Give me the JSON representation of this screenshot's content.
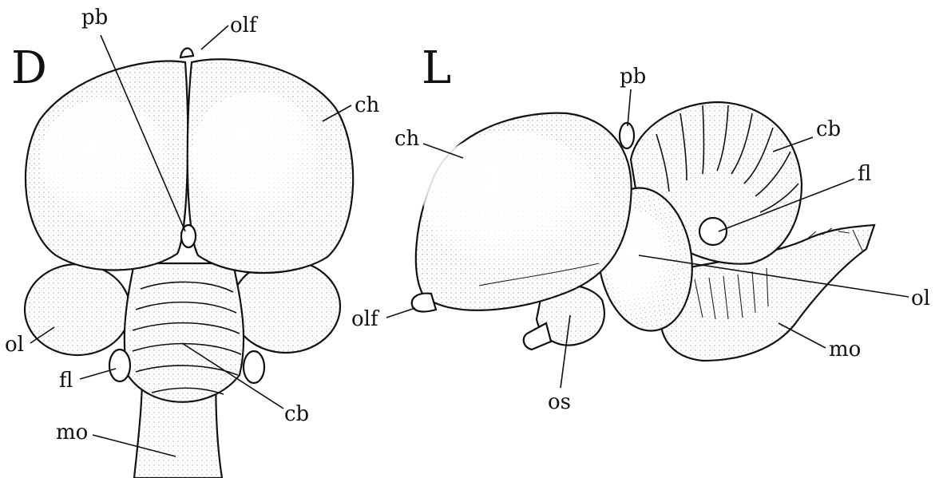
{
  "panels": [
    {
      "letter": "D",
      "labels": {
        "pb": "pb",
        "olf": "olf",
        "ch": "ch",
        "ol": "ol",
        "fl": "fl",
        "cb": "cb",
        "mo": "mo"
      }
    },
    {
      "letter": "L",
      "labels": {
        "pb": "pb",
        "ch": "ch",
        "cb": "cb",
        "fl": "fl",
        "ol": "ol",
        "olf": "olf",
        "mo": "mo",
        "os": "os"
      }
    }
  ],
  "colors": {
    "ink": "#111111",
    "paper": "#ffffff"
  }
}
